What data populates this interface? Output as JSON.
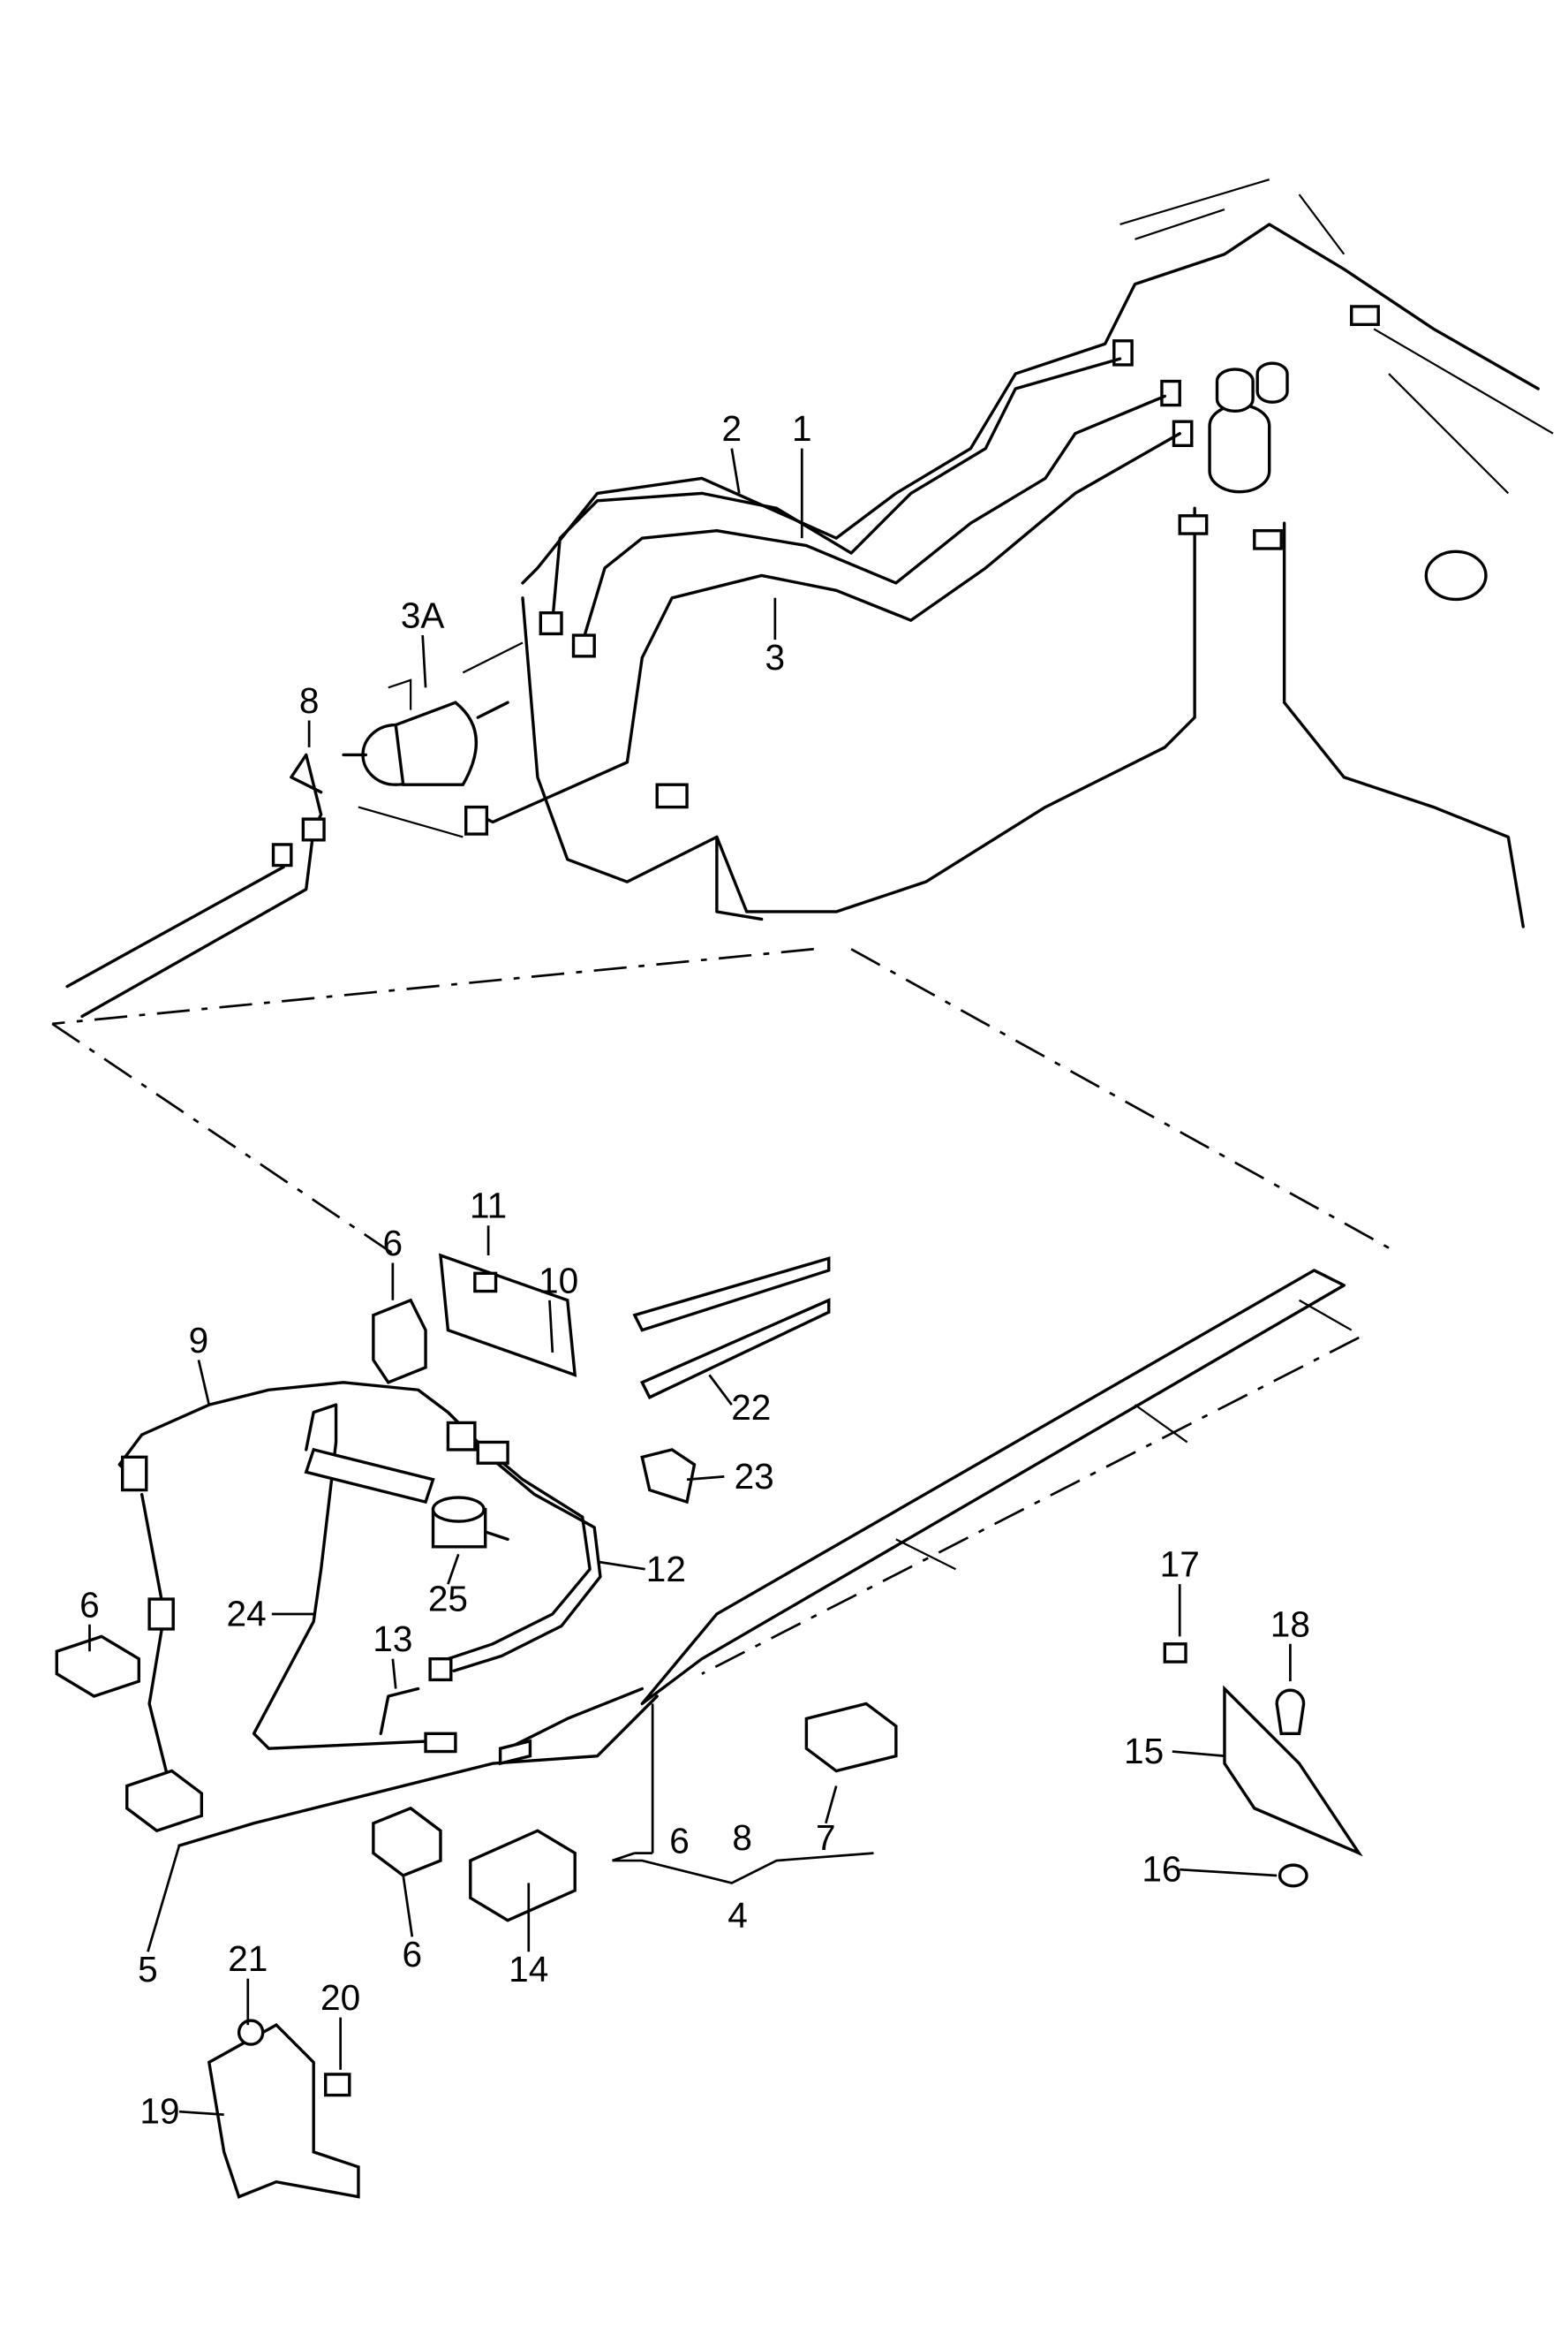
{
  "diagram": {
    "labels": [
      "2",
      "1",
      "3A",
      "3",
      "8",
      "11",
      "6",
      "10",
      "9",
      "22",
      "23",
      "12",
      "6",
      "24",
      "25",
      "13",
      "17",
      "18",
      "15",
      "6",
      "8",
      "7",
      "4",
      "5",
      "6",
      "14",
      "21",
      "20",
      "19",
      "16"
    ],
    "line_color": "#000000",
    "background": "#ffffff"
  }
}
